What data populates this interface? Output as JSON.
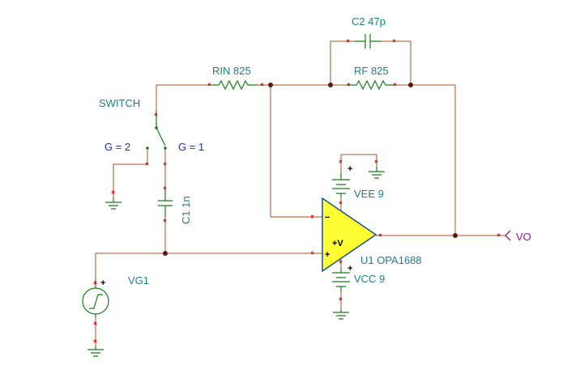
{
  "labels": {
    "c2": "C2 47p",
    "rin": "RIN 825",
    "rf": "RF 825",
    "switch": "SWITCH",
    "g2": "G = 2",
    "g1": "G = 1",
    "c1": "C1 1n",
    "vee": "VEE 9",
    "vcc": "VCC 9",
    "u1": "U1 OPA1688",
    "vg1": "VG1",
    "vo": "VO"
  },
  "symbols": {
    "minus": "−",
    "plus_in": "+",
    "plus_supply": "+V",
    "vee_plus": "+",
    "vcc_plus": "+",
    "vg1_plus": "+"
  },
  "colors": {
    "wire": "#a0522d",
    "component": "#1a7a1a",
    "pin_marker": "#cc0000",
    "opamp_fill": "#ffff33",
    "opamp_outline": "#1a4fa0",
    "label_teal": "#1f7f7f",
    "label_blue": "#1f2fcf",
    "label_purple": "#8b1a8b"
  }
}
